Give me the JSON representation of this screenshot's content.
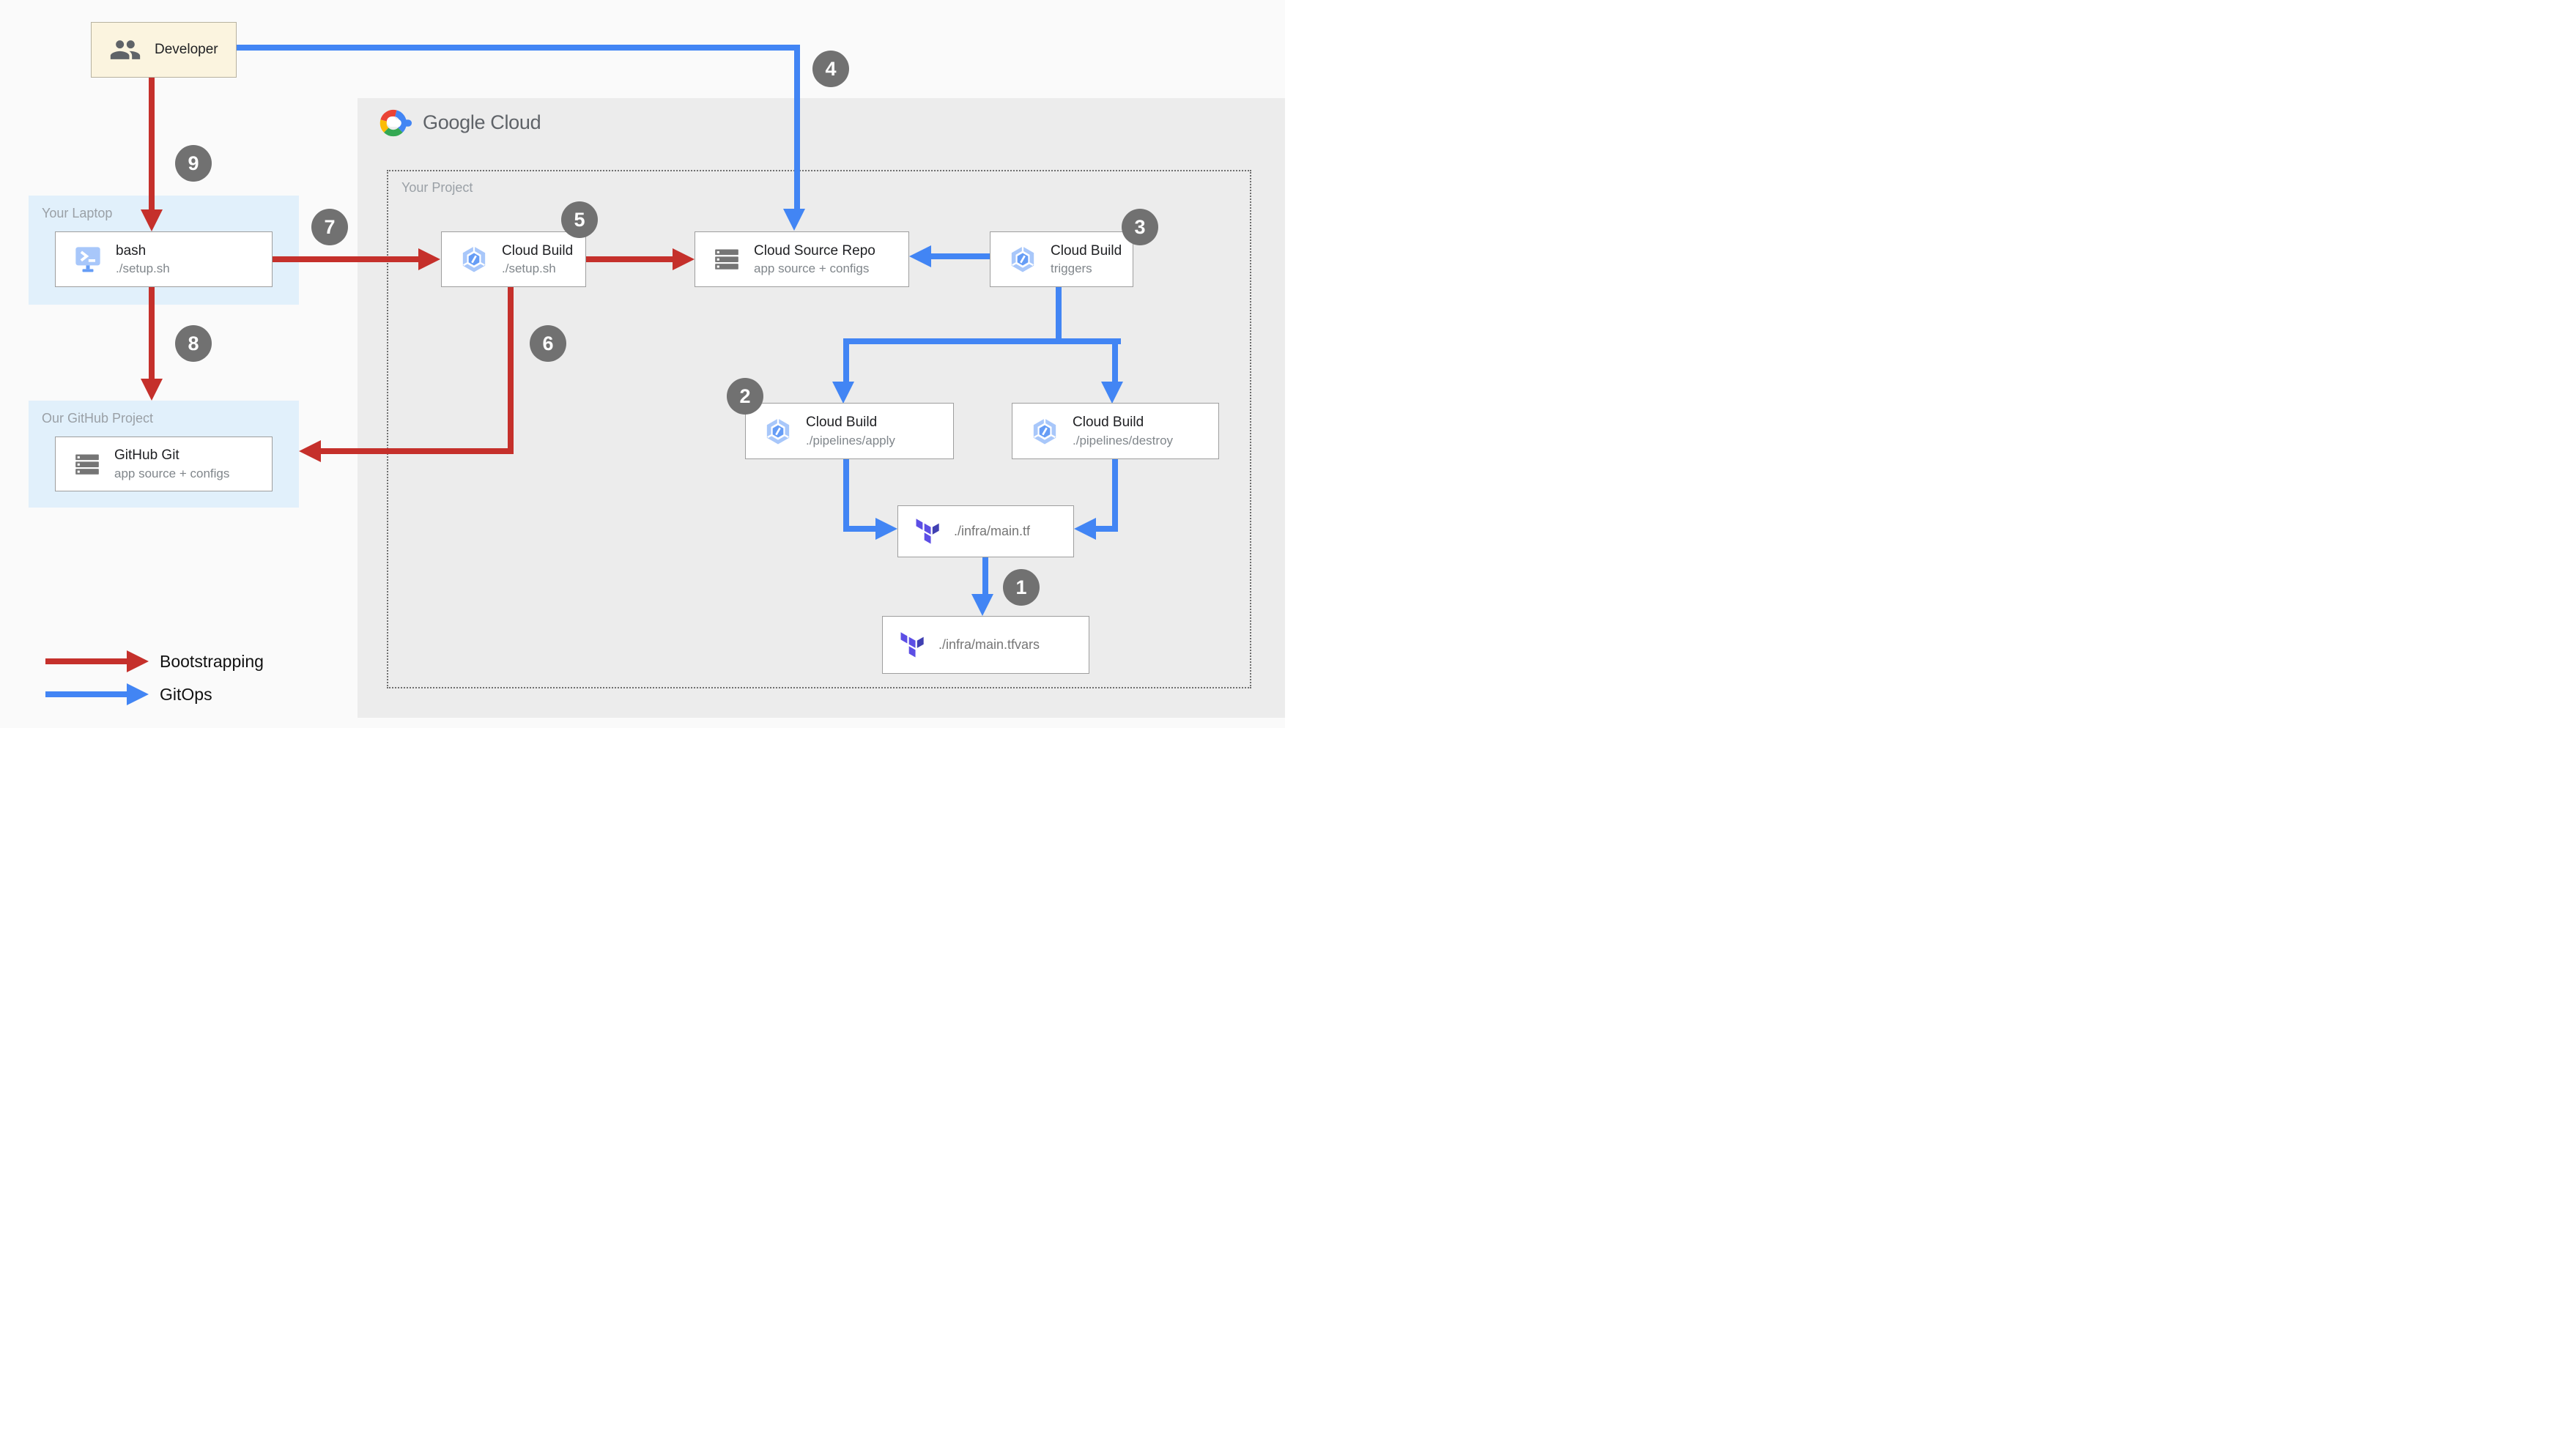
{
  "colors": {
    "canvas-bg": "#fafafa",
    "cloud-panel": "#ececec",
    "panel-blue": "#e1f0fb",
    "developer-cream": "#fbf4df",
    "bootstrap-red": "#c5302b",
    "gitops-blue": "#4285f4",
    "badge-gray": "#717171",
    "box-border": "#9e9e9e",
    "text-primary": "#202124",
    "text-secondary": "#80868b",
    "region-title": "#9aa0a6",
    "terraform-light": "#5c4ee5",
    "terraform-dark": "#4040b2",
    "cloudbuild-light": "#a8c7fa",
    "cloudbuild-core": "#669df6"
  },
  "brand": {
    "google": "Google",
    "cloud": "Cloud"
  },
  "regions": {
    "laptop": "Your Laptop",
    "github": "Our GitHub Project",
    "project": "Your Project"
  },
  "nodes": {
    "developer": {
      "label": "Developer"
    },
    "bash": {
      "title": "bash",
      "subtitle": "./setup.sh"
    },
    "github_git": {
      "title": "GitHub Git",
      "subtitle": "app source + configs"
    },
    "cloud_build_setup": {
      "title": "Cloud Build",
      "subtitle": "./setup.sh"
    },
    "cloud_source_repo": {
      "title": "Cloud Source Repo",
      "subtitle": "app source + configs"
    },
    "cloud_build_triggers": {
      "title": "Cloud Build",
      "subtitle": "triggers"
    },
    "cloud_build_apply": {
      "title": "Cloud Build",
      "subtitle": "./pipelines/apply"
    },
    "cloud_build_destroy": {
      "title": "Cloud Build",
      "subtitle": "./pipelines/destroy"
    },
    "infra_main_tf": {
      "label": "./infra/main.tf"
    },
    "infra_main_tfvars": {
      "label": "./infra/main.tfvars"
    }
  },
  "steps": {
    "1": "1",
    "2": "2",
    "3": "3",
    "4": "4",
    "5": "5",
    "6": "6",
    "7": "7",
    "8": "8",
    "9": "9"
  },
  "legend": {
    "bootstrapping": "Bootstrapping",
    "gitops": "GitOps"
  }
}
